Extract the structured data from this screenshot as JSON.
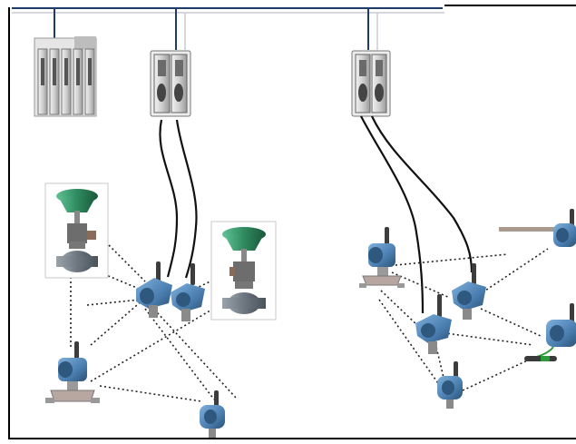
{
  "colors": {
    "background": "#ffffff",
    "border": "#000000",
    "bus_line": "#1f3b6b",
    "cable": "#111111",
    "wireless_link": "#222222",
    "transmitter_blue": "#4a7eb0",
    "transmitter_dark": "#2f587f",
    "antenna": "#3d3d3d",
    "valve_green": "#2f8a5f",
    "valve_body": "#6e7780",
    "gateway_body": "#d4d4d4",
    "gateway_dark": "#8a8a8a",
    "controller_body": "#c8c8c8"
  },
  "diagram": {
    "nodes": [
      {
        "id": "controller",
        "kind": "controller-rack",
        "icon": "controller-rack-icon"
      },
      {
        "id": "gw-left",
        "kind": "gateway",
        "icon": "wireless-gateway-icon"
      },
      {
        "id": "gw-right",
        "kind": "gateway",
        "icon": "wireless-gateway-icon"
      },
      {
        "id": "valve-1",
        "kind": "control-valve",
        "icon": "control-valve-icon"
      },
      {
        "id": "valve-2",
        "kind": "control-valve",
        "icon": "control-valve-icon"
      },
      {
        "id": "tx-l1",
        "kind": "wireless-transmitter",
        "icon": "wireless-transmitter-icon"
      },
      {
        "id": "tx-l2",
        "kind": "wireless-transmitter",
        "icon": "wireless-transmitter-icon"
      },
      {
        "id": "tx-l3",
        "kind": "pressure-transmitter",
        "icon": "pressure-transmitter-icon"
      },
      {
        "id": "tx-l4",
        "kind": "wireless-transmitter",
        "icon": "wireless-transmitter-icon"
      },
      {
        "id": "tx-r1",
        "kind": "pressure-transmitter",
        "icon": "pressure-transmitter-icon"
      },
      {
        "id": "tx-r2",
        "kind": "wireless-transmitter",
        "icon": "wireless-transmitter-icon"
      },
      {
        "id": "tx-r3",
        "kind": "wireless-transmitter",
        "icon": "wireless-transmitter-icon"
      },
      {
        "id": "tx-r4",
        "kind": "temperature-transmitter",
        "icon": "temperature-transmitter-icon"
      },
      {
        "id": "tx-r5",
        "kind": "level-transmitter",
        "icon": "level-transmitter-icon"
      },
      {
        "id": "tx-r6",
        "kind": "wireless-transmitter",
        "icon": "wireless-transmitter-icon"
      }
    ]
  }
}
